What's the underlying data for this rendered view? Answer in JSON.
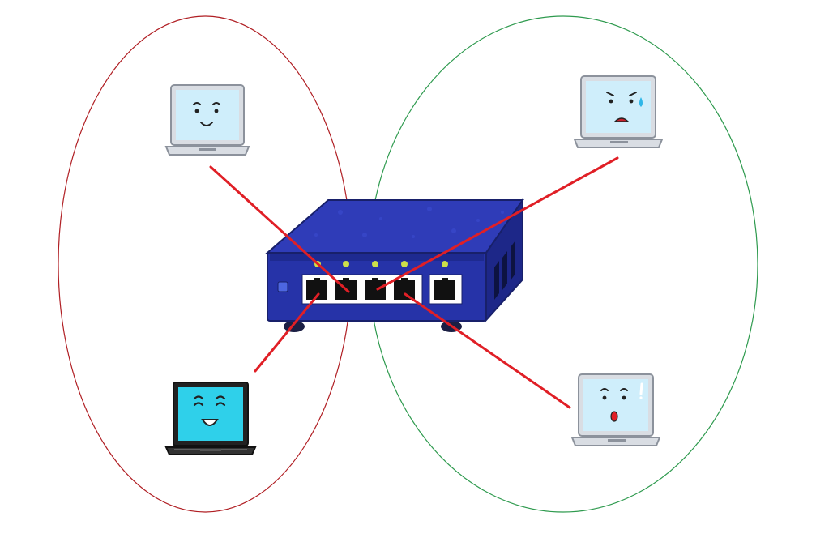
{
  "groups": [
    {
      "id": "left-network",
      "color": "#b01e23"
    },
    {
      "id": "right-network",
      "color": "#2e9a4e"
    }
  ],
  "switch": {
    "body_color": "#2633a8",
    "led_color": "#cde04a",
    "port_count": 5
  },
  "laptops": [
    {
      "id": "laptop-top-left",
      "expression": "smiling",
      "screen_color": "#cfeefb",
      "group": "left-network",
      "port": 2
    },
    {
      "id": "laptop-bottom-left",
      "expression": "laughing",
      "screen_color": "#2fd0ea",
      "group": "left-network",
      "port": 1
    },
    {
      "id": "laptop-top-right",
      "expression": "annoyed",
      "screen_color": "#cfeefb",
      "group": "right-network",
      "port": 3
    },
    {
      "id": "laptop-bottom-right",
      "expression": "surprised",
      "screen_color": "#cfeefb",
      "group": "right-network",
      "port": 4
    }
  ],
  "cable_color": "#e01f26"
}
